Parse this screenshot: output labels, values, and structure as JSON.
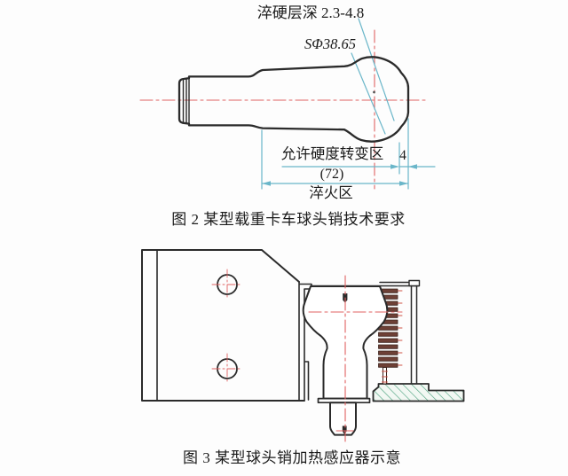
{
  "document": {
    "figure2": {
      "caption": "图 2  某型载重卡车球头销技术要求",
      "labels": {
        "hardened_layer_depth": "淬硬层深 2.3-4.8",
        "sphere_diameter": "SΦ38.65",
        "hardness_transition_zone": "允许硬度转变区",
        "dim_4": "4",
        "dim_72": "(72)",
        "quench_zone": "淬火区"
      }
    },
    "figure3": {
      "caption": "图 3  某型球头销加热感应器示意"
    },
    "colors": {
      "outline": "#2b2b2b",
      "centerline_red": "#e06262",
      "dimension_cyan": "#6ab6c9",
      "hatch_green": "#52a583",
      "coil_brown": "#6e4036",
      "background": "#fdfdfd",
      "text": "#1a1a1a"
    }
  }
}
